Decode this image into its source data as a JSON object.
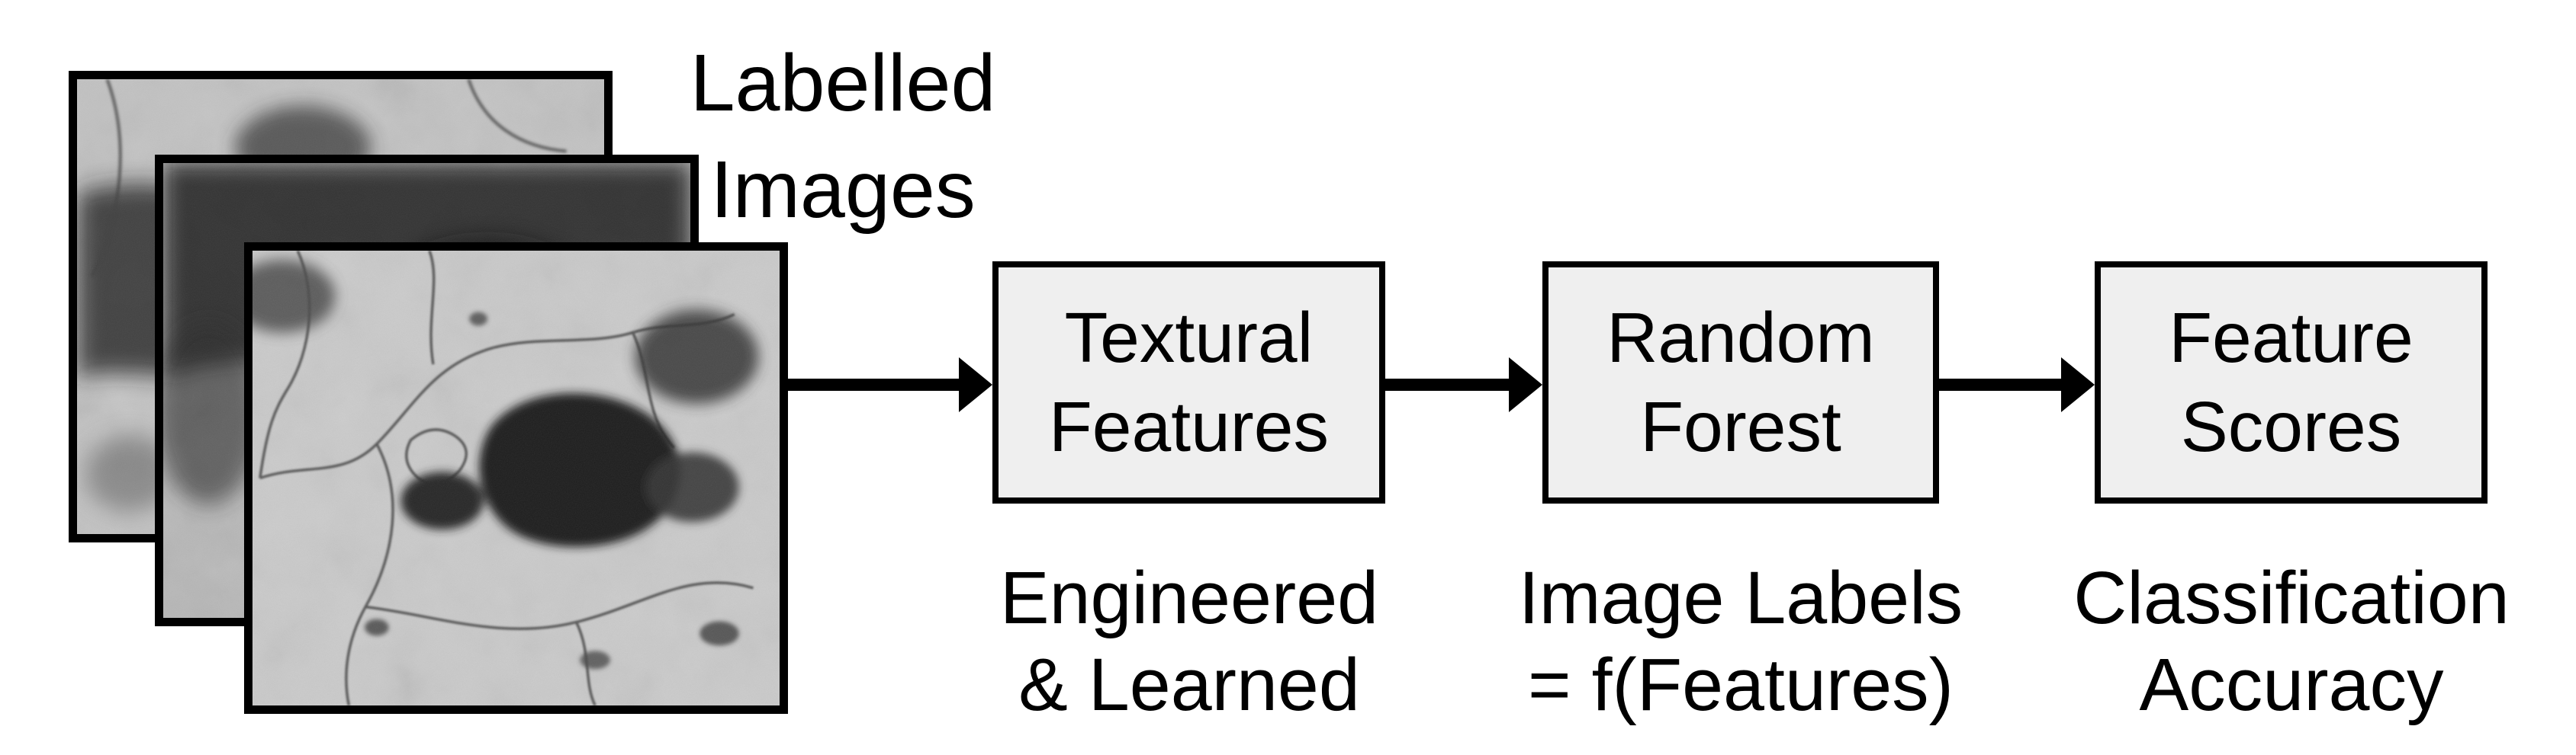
{
  "figure": {
    "stack_label": {
      "line1": "Labelled",
      "line2": "Images"
    },
    "stages": [
      {
        "box_line1": "Textural",
        "box_line2": "Features",
        "caption_line1": "Engineered",
        "caption_line2": "& Learned"
      },
      {
        "box_line1": "Random",
        "box_line2": "Forest",
        "caption_line1": "Image Labels",
        "caption_line2": "= f(Features)"
      },
      {
        "box_line1": "Feature",
        "box_line2": "Scores",
        "caption_line1": "Classification",
        "caption_line2": "Accuracy"
      }
    ],
    "images": [
      {
        "name": "micrograph-back"
      },
      {
        "name": "micrograph-middle"
      },
      {
        "name": "micrograph-front"
      }
    ],
    "colors": {
      "background": "#ffffff",
      "box_fill": "#efefef",
      "box_border": "#000000",
      "text": "#000000",
      "arrow": "#000000",
      "frame": "#000000"
    }
  }
}
